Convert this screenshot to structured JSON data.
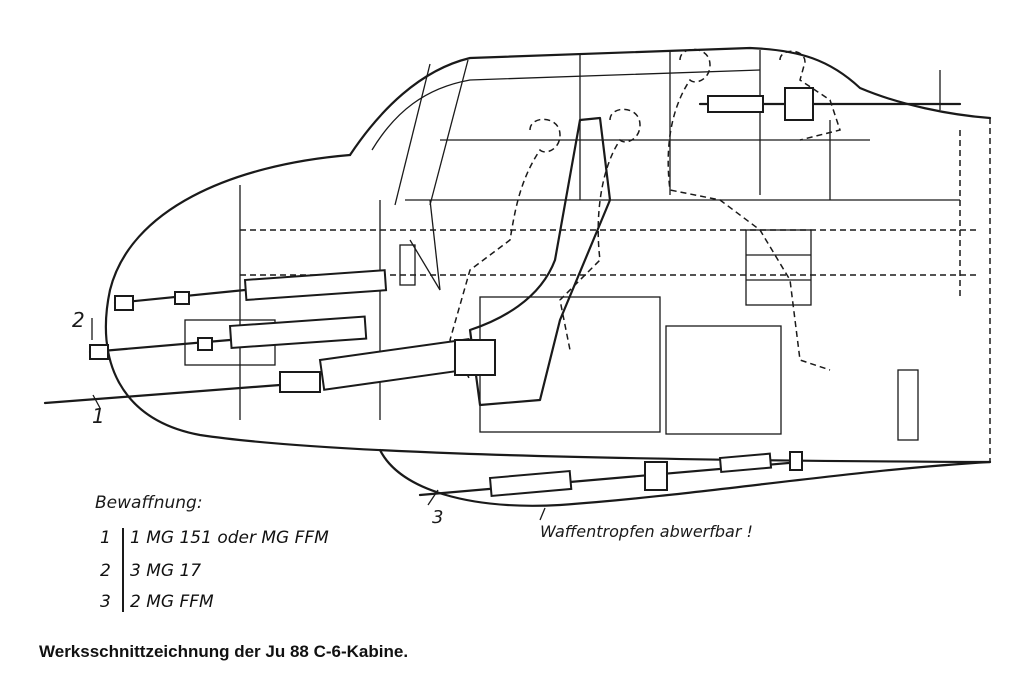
{
  "caption": "Werksschnittzeichnung der Ju 88 C-6-Kabine.",
  "legend": {
    "title": "Bewaffnung:",
    "items": [
      {
        "number": "1",
        "text": "1 MG 151 oder MG FFM"
      },
      {
        "number": "2",
        "text": "3 MG 17"
      },
      {
        "number": "3",
        "text": "2 MG FFM"
      }
    ]
  },
  "callouts": {
    "label_1": "1",
    "label_2": "2",
    "label_3": "3",
    "pod_note": "Waffentropfen abwerfbar !"
  }
}
